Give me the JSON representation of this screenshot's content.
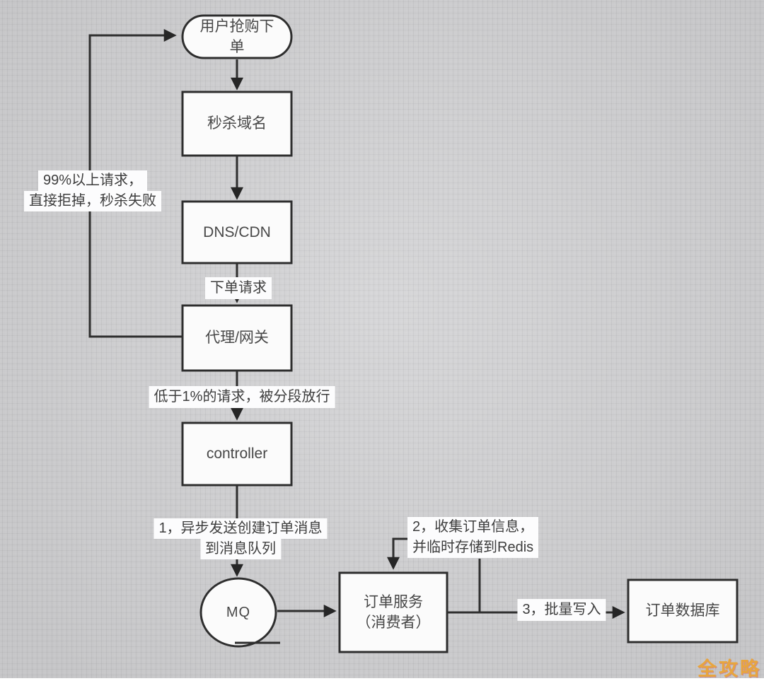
{
  "nodes": {
    "user_order": "用户抢购下单",
    "seckill_domain": "秒杀域名",
    "dns_cdn": "DNS/CDN",
    "proxy_gateway": "代理/网关",
    "controller": "controller",
    "mq": "MQ",
    "order_service_line1": "订单服务",
    "order_service_line2": "（消费者）",
    "order_db": "订单数据库"
  },
  "labels": {
    "order_request": "下单请求",
    "reject_line1": "99%以上请求，",
    "reject_line2": "直接拒掉，秒杀失败",
    "pass_through": "低于1%的请求，被分段放行",
    "step1_line1": "1，异步发送创建订单消息",
    "step1_line2": "到消息队列",
    "step2_line1": "2，收集订单信息，",
    "step2_line2": "并临时存储到Redis",
    "step3": "3，批量写入"
  },
  "watermark": {
    "text": "全攻略",
    "color": "#e8a53e"
  },
  "colors": {
    "background": "#d2d2d4",
    "node_fill": "#fbfbfb",
    "line": "#2e2e2e",
    "label_background": "#fcfcfd"
  }
}
